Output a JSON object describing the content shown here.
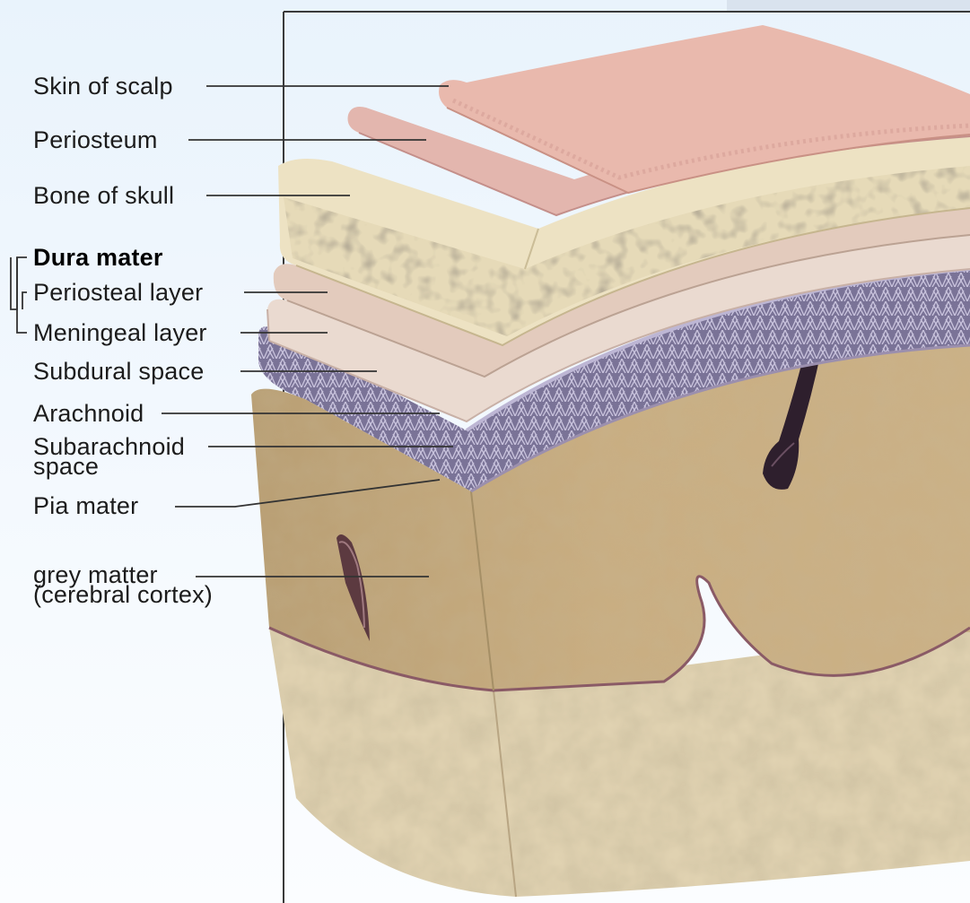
{
  "labels": {
    "skin_of_scalp": "Skin of scalp",
    "periosteum": "Periosteum",
    "bone_of_skull": "Bone of skull",
    "dura_mater": "Dura mater",
    "periosteal_layer": "Periosteal layer",
    "meningeal_layer": "Meningeal layer",
    "subdural_space": "Subdural space",
    "arachnoid": "Arachnoid",
    "subarachnoid_line1": "Subarachnoid",
    "subarachnoid_line2": "space",
    "pia_mater": "Pia mater",
    "grey_matter_line1": "grey matter",
    "grey_matter_line2": "(cerebral cortex)"
  },
  "colors": {
    "background": "#eaf3fc",
    "scalp": "#e8b9ad",
    "periosteum": "#e7c2b7",
    "bone": "#ede3c4",
    "dura": "#e9cfc0",
    "arachnoid": "#7e7698",
    "grey_matter": "#c5ab80",
    "white_matter": "#e2d4b4",
    "leader_line": "#333333"
  }
}
